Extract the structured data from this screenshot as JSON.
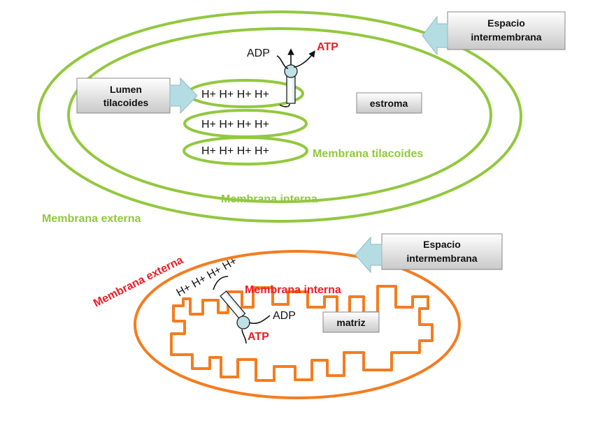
{
  "chloroplast": {
    "outer_label": "Membrana externa",
    "inner_label": "Membrana interna",
    "thylakoid_label": "Membrana tilacoides",
    "stroma_box": "estroma",
    "lumen_box": [
      "Lumen",
      "tilacoides"
    ],
    "intermembrane_box": [
      "Espacio",
      "intermembrana"
    ],
    "protons": [
      "H+ H+ H+ H+",
      "H+ H+ H+ H+",
      "H+ H+ H+ H+"
    ],
    "adp": "ADP",
    "atp": "ATP"
  },
  "mitochondrion": {
    "outer_label": "Membrana externa",
    "inner_label": "Membrana interna",
    "matrix_box": "matriz",
    "intermembrane_box": [
      "Espacio",
      "intermembrana"
    ],
    "protons": "H+ H+ H+ H+",
    "adp": "ADP",
    "atp": "ATP"
  },
  "colors": {
    "chloroplast": "#92c83e",
    "mitochondrion": "#f47c20",
    "label_red": "#ee1c25",
    "arrow_fill": "#b4dde3"
  }
}
